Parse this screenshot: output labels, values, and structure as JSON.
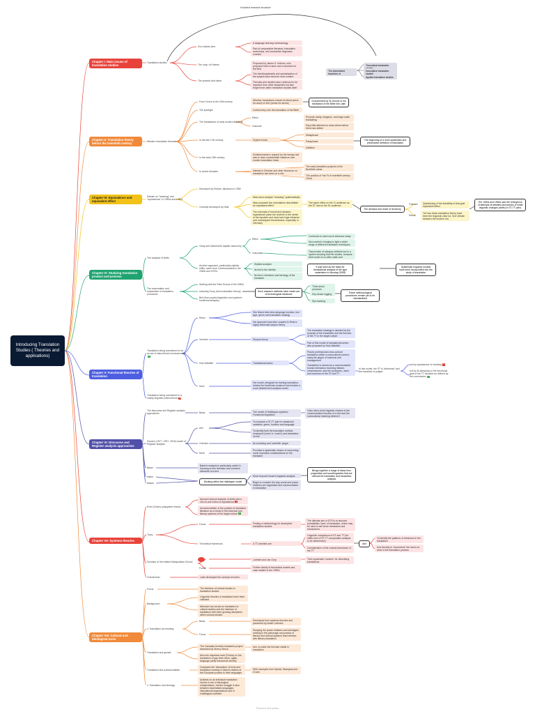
{
  "root": "Introducing Translation Studies ( Theories and applications)",
  "arc_label": "Hundred research structure",
  "colors": {
    "ch1": "#e8433b",
    "ch2": "#f08a3a",
    "ch3": "#f2c218",
    "ch4": "#1fa371",
    "ch5": "#4d5ee0",
    "ch6": "#5150a8",
    "ch7": "#e8433b",
    "ch8": "#f08a3a"
  },
  "ch1": {
    "title": "Chapter I: Main issues of translation studies",
    "branch": "Translation studies",
    "l_before": "Pre-Holmes time",
    "l_before_a": "A language learning methodology",
    "l_before_b": "Part of comparative literature, translation workshops, and contrastive linguistics courses",
    "l_name": "The 'map' of Holmes",
    "l_name_a": "Proposed by James S. Holmes, who proposed both a name and a structure for the field",
    "l_present": "The present and future",
    "l_present_a": "The interdisciplinarity and specialization of the subject have become more evident",
    "l_present_b": "Theories and models have continued to be imported from other disciplines but also forged from within translation studies itself",
    "holmes_center": "The interrelated branches of",
    "holmes_1": "Theoretical translation studies",
    "holmes_2": "Descriptive translation studies",
    "holmes_3": "Applied translation studies"
  },
  "ch2": {
    "title": "Chapter II: Translation theory before the twentieth century",
    "branch": "Western translation theories",
    "l1": "From Cicero to the 20th century",
    "l1a": "Whether translations should be literal (word-for-word) or free (sense-for-sense)",
    "l1_box": "Documented by St Jerome in his translation of the Bible into Latin",
    "l2": "The spotlight",
    "l2a": "Controversy over the translation of the Bible",
    "l3": "The translations of early modern theorists",
    "l3_effect": "Effect",
    "l3_effect_a": "Promote clarity, elegance, and large-scale translating",
    "l3_outcome": "Outcome",
    "l3_outcome_a": "Pays little attention to what others before them had written",
    "l4": "In the late 17th century",
    "l4_dryden": "Dryden's triad",
    "l4_m": "Metaphrase",
    "l4_p": "Paraphrase",
    "l4_i": "Imitation",
    "l4_box": "The beginning of a more systematic and prescriptive definition of translation",
    "l5": "In the early 19th century",
    "l5a": "Schleiermacher's respect for the foreign text was to have considerable influence over modern translation times",
    "l6": "In recent decades",
    "l6a": "Interest in Chinese and other discourse on translation has been on a rise",
    "l6b": "The early translation projects of the Buddhist sutras",
    "l6c": "The position of Yan Fu in twentieth century China"
  },
  "ch3": {
    "title": "Chapter III: Equivalence and equivalent effect",
    "branch": "Debate on \"meaning\" and \"equivalence\" in 1950s and 1960s",
    "l1": "Discussed by Roman Jakobson in 1959",
    "l2": "Centrally developed by Nida",
    "l2a": "Nida and a analyse \"meaning\" systematically",
    "l2b": "Nida proposed two orientations describable as 'equivalent effect'",
    "l2c": "The concepts of formal and dynamic equivalence place the receiver in the center of the equation and have had huge influence over subsequent theoreticians, especially in Germany",
    "l2d": "The same effect on the TL audience as the ST had on the SL audience",
    "demise_box": "The demand and reach of its theory",
    "crit": "Criticism",
    "crit_a": "Questioning of the feasibility of that goal equivalent effect",
    "rest": "Result",
    "rest_a": "Yet how these translation theory have been the linguistic clear lot, 'text' debate between the modern era",
    "right_box": "The 1950s and 1960s saw the emergence of attempts at detailed taxonomies of small linguistic changes (shifts) in ST-TT pairs"
  },
  "ch4": {
    "title": "Chapter IV: Studying translation product and process",
    "branch1": "The analysis of shifts",
    "a1": "Vinay and Darbelnet's stylistic taxonomy",
    "a1m": "Effect",
    "a1m1": "Continues to exert much influence today",
    "a1m2": "Also useful in bringing to light a wider range of different translation techniques",
    "a1o": "Outcome",
    "a1o1": "Taxonomies of category shifts/errors in a system showing that the studies, because their model is so often static and",
    "a2": "Another approach, particularly stylistic shifts, came from Czechoslovakia in the 1960s and 1970s",
    "a2a": "Stylistic analysis",
    "a2b": "Its link to the identity",
    "a2c": "Its link to intentions and ideology of the translator",
    "a2_box": "It was seen as the basis for translational analysis of the type undertaken in Munday (2008)",
    "branch2": "The examination and explanation of translation processes",
    "b1": "Starting with the Paris School of the 1980s",
    "b2": "Including Toury (from translation theory)",
    "b3": "Bell (from psycholinguistics and systemic functional analysis)",
    "b_box": "Such research methods have made use of technological advances",
    "b_r1": "Think aloud protocols",
    "b_r2": "Key-stroke logging",
    "b_r3": "Eye-tracking",
    "b_box2": "These methodological procedures remain yet to be standardised",
    "big_box": "Systematic linguistic models have been incorporated into the study of translation"
  },
  "ch5": {
    "title": "Chapter V: Functional theories of translation",
    "branch1": "Translation being considered to be an act of intercultural communication",
    "reiss": "Reiss",
    "reiss_a": "She linked texts links language function, text type, genre and translation strategy",
    "reiss_b": "Her approach was later coupled to Reiss's highly influential skopos theory",
    "vermeer": "Vermeer",
    "vermeer_a": "Skopos theory",
    "vermeer_b": "The translation strategy is decided by the purpose of the translation and the function of the TT in the target culture",
    "vermeer_c": "Part of this model of translational action also proposed by Holz-Mänttäri",
    "holz": "Holz-Mänttäri",
    "holz_a": "Translatorial action",
    "holz_b": "Places professional cross-cultural translation within a sociocultural context, using the jargon of business and management",
    "holz_c": "Translation is viewed as a communicative human interaction involving initiator, commissioner, and the producers, users and receivers of the ST and TT",
    "holz_d": "In this model, the ST is 'dethroned' and the translator is judged",
    "judge_a": "not by equivalence of meaning",
    "judge_b": "but by its adequacy to the functional goal of the TT situation as defined by the commission",
    "nord": "Nord",
    "nord_a": "Her model, designed for training translation, retains the functional construct but includes a more detailed text-analysis model",
    "branch2": "Translation being considered to a mainly linguistic phenomenon"
  },
  "ch6": {
    "title": "Chapter VI: Discourse and Register analysis approaches",
    "b1": "The discourse and Register analysis approaches",
    "basis": "Basis",
    "basis_a": "The model of Hallidayan systemic Functional linguistics",
    "basis_b": "Links micro-level linguistic choices to the communicative function of a text and the sociocultural meaning behind it",
    "b2": "House's (1977, 1997, 2015) model of Register analysis",
    "aim": "Aim",
    "aim_a": "To compare a ST-TT pair for situational variables, genre, function and language",
    "aim_b": "To identify both the translation method employed ('overt' or 'covert') and translation 'errors'",
    "crit": "Criticism",
    "crit_a": "Its confusing and 'scientific' jargon",
    "merit": "Merit",
    "merit_a": "Provides a systematic means of uncovering some important considerations for the translator",
    "baker": "Baker",
    "baker_a": "Baker's analysis is particularly useful in focusing on the thematic and cohesive elements of a text",
    "hatim": "Hatim",
    "hatim_a": "Move beyond House's linguistic analysis",
    "mason": "Mason",
    "mason_a": "Begin to consider the way social and power relations are negotiated and communicated in translation",
    "hal_box": "Working within the Hallidayan model",
    "bring_box": "Brings together a range of ideas from pragmatics and sociolinguistics that are relevant for translation and translation analysis"
  },
  "ch7": {
    "title": "Chapter VII: Systems theories",
    "b1": "Even-Zohar's polysystem theory",
    "b1a": "Aproach beyond analysis of shifts and a one-to-one notion of equivalence",
    "b1b": "Accommodation of the position of translated literature as a whole in the historical and literary systems of the target culture",
    "toury": "Toury",
    "focus": "Focus",
    "focus_a": "Finding a methodology for descriptive translation studies",
    "focus_b": "The ultimate aim of DTS is to discover probabilistic 'laws' of translation, which may be used to aid future translators and researchers",
    "tf": "Theoretical framework",
    "tf_a": "A TT-oriented one",
    "tf_b": "Linguistic comparison of ST and TT (for shifts from of ST-TT comparative analysis to be determined)",
    "tf_c": "Consideration of the cultural framework of the TT",
    "aim": "Aim",
    "aim_a": "To identify the patterns of behaviour in the translation",
    "aim_b": "And thereby to 'reconstruct' the norms at work in the translation process",
    "b3": "Scholars of the related Manipulation School",
    "b3_c": "Lambert and van Gorp",
    "b3_d": "Their systematic 'scheme' for describing translations",
    "b3_f": "Focus",
    "b3_g": "Further strictly of theoretical models and case studies in the 1990s",
    "b4": "Chesterman",
    "b4a": "Later developed the concept of norms"
  },
  "ch8": {
    "title": "Chapter VIII: Cultural and ideological turns",
    "l1": "Focus",
    "l1a": "The interface of cultural studies in translation studies",
    "l2": "Background",
    "l2a": "Linguistic theories of translation have been criticised",
    "l2b": "Attention has turned on translation to cultural studies and the interface of translation with other growing disciplines within cultural studies",
    "l3": "Translation as rewriting",
    "l3_basis": "Basis",
    "l3_basis_a": "Developed from systems theories and pioneered by André Lefevere",
    "l3_focus": "Focus",
    "l3_focus_a": "Studying the power relations and ideologies existing in the patronage and poetics of literary and cultural systems that interface with literary translation",
    "l4": "Translation and gender",
    "l4a": "The Canadian feminist translation project described by Sherry Simon",
    "l4b": "Aim: to make the feminist visible in translation",
    "l4c": "Also into important work (Flotow) on the translation of gay texts when, again, language partly transcends identity",
    "l5": "Translation and postcolonialism",
    "l5a": "Compares the 'dislocation' of texts and translation working in historic relation of the European powers to their languages",
    "l5b": "With examples from Spivak, Niranjana and Cronin",
    "l6": "Translation and ideology",
    "l6a": "Activists on an individual translation involve a role of ideological manipulations, but the struggle is also between imperialistic languages, international organizations and in multilingual societies"
  },
  "footer": "Powered and similar"
}
